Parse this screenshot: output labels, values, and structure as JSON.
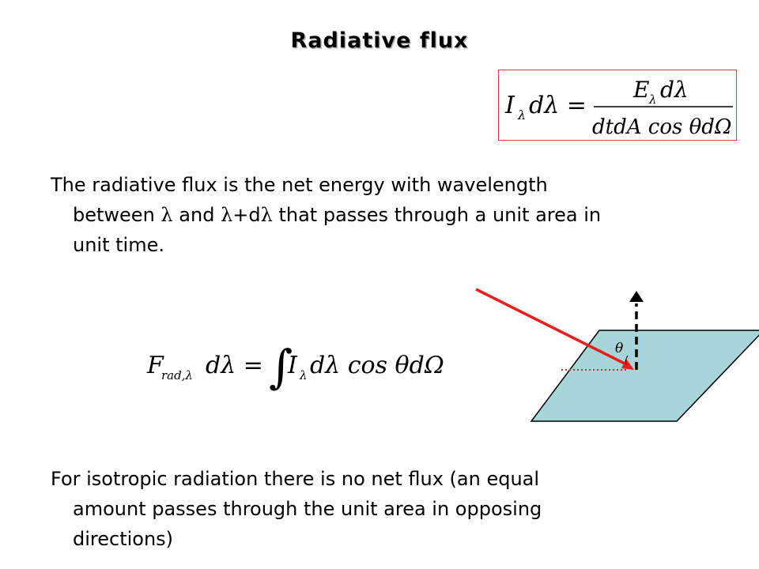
{
  "title": "Radiative flux",
  "intensity_formula": {
    "lhs_symbol": "I",
    "lhs_sub": "λ",
    "lhs_rest": "dλ =",
    "numerator": "E",
    "numerator_sub": "λ",
    "numerator_rest": "dλ",
    "denominator": "dtdA cos θdΩ"
  },
  "definition": {
    "line1": "The radiative flux is the net energy with wavelength",
    "line2_a": "between ",
    "line2_lambda1": "λ",
    "line2_b": " and ",
    "line2_lambda2": "λ",
    "line2_c": "+d",
    "line2_lambda3": "λ",
    "line2_d": " that passes through a unit area in",
    "line3": "unit time."
  },
  "flux_formula": {
    "lhs_symbol": "F",
    "lhs_sub": "rad,λ",
    "lhs_rest": "dλ =",
    "integral": "∫",
    "rhs_symbol": "I",
    "rhs_sub": "λ",
    "rhs_rest": "dλ cos θdΩ"
  },
  "figure": {
    "angle_label": "θ",
    "plane_color": "#a8d6d8",
    "ray_color": "#e8211c",
    "normal_color": "#000000",
    "projection_color": "#c8323c"
  },
  "isotropic_note": {
    "line1": "For isotropic radiation there is no net flux (an equal",
    "line2": "amount passes through the unit area in opposing",
    "line3": "directions)"
  }
}
